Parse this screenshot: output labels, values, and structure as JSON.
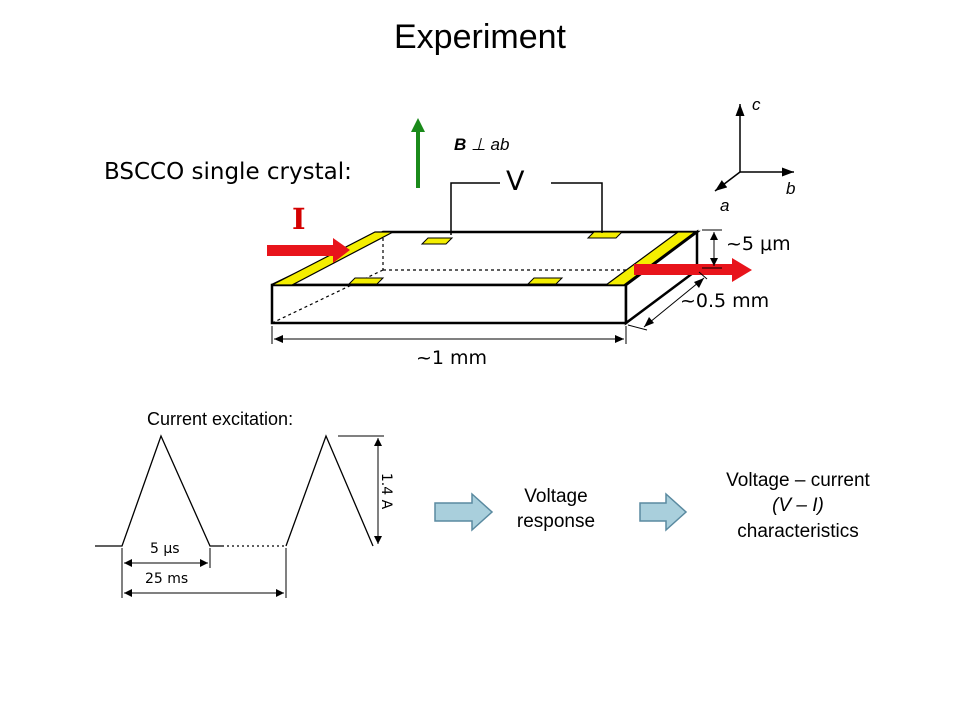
{
  "title": "Experiment",
  "crystal": {
    "label": "BSCCO single crystal:",
    "current_symbol": "I",
    "voltage_symbol": "V",
    "field_label_letter": "B",
    "field_label_rest": "⊥ ab",
    "thickness": "~5 μm",
    "width": "~0.5 mm",
    "length": "~1 mm"
  },
  "axes": {
    "c": "c",
    "b": "b",
    "a": "a"
  },
  "excitation": {
    "label": "Current excitation:",
    "pulse_width": "5 μs",
    "period": "25 ms",
    "amplitude": "1.4 A"
  },
  "flow": {
    "step1_line1": "Voltage",
    "step1_line2": "response",
    "step2_line1": "Voltage – current",
    "step2_line2": "(V – I)",
    "step2_line3": "characteristics"
  },
  "colors": {
    "current_arrow": "#e8141b",
    "field_arrow": "#1a8a1a",
    "electrode": "#f4ee00",
    "flow_arrow_fill": "#a9cfdc",
    "flow_arrow_stroke": "#5a8aa0"
  }
}
